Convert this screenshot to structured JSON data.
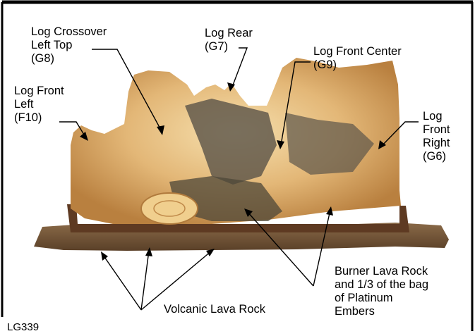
{
  "figure_code": "LG339",
  "colors": {
    "frame": "#000000",
    "leader": "#000000",
    "log_light": "#f1d49a",
    "log_mid": "#d9a763",
    "log_dark": "#a8743c",
    "char": "#4f4a40",
    "grate": "#5e3a22",
    "lava_rock": "#7a5a3c"
  },
  "labels": {
    "log_crossover_left_top": [
      "Log Crossover",
      "Left Top",
      "(G8)"
    ],
    "log_rear": [
      "Log Rear",
      "(G7)"
    ],
    "log_front_center": [
      "Log Front Center",
      "(G9)"
    ],
    "log_front_left": [
      "Log Front",
      "Left",
      "(F10)"
    ],
    "log_front_right": [
      "Log",
      "Front",
      "Right",
      "(G6)"
    ],
    "burner_lava_rock": [
      "Burner Lava Rock",
      "and 1/3 of the bag",
      "of Platinum",
      "Embers"
    ],
    "volcanic_lava_rock": [
      "Volcanic Lava Rock"
    ]
  }
}
